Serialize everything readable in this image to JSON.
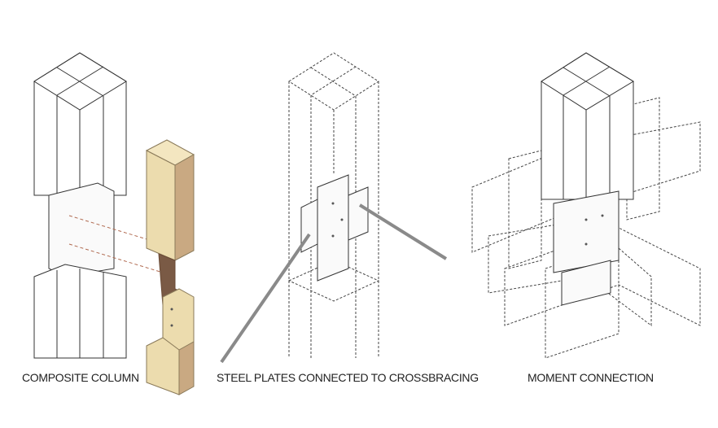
{
  "labels": {
    "composite_column": "COMPOSITE COLUMN",
    "steel_plates": "STEEL PLATES CONNECTED TO CROSSBRACING",
    "moment_connection": "MOMENT CONNECTION"
  },
  "colors": {
    "wood_light": "#ecdcae",
    "wood_side": "#c9a982",
    "wood_dark": "#7a5a45",
    "brace": "#8a8a8a",
    "line": "#333333"
  }
}
